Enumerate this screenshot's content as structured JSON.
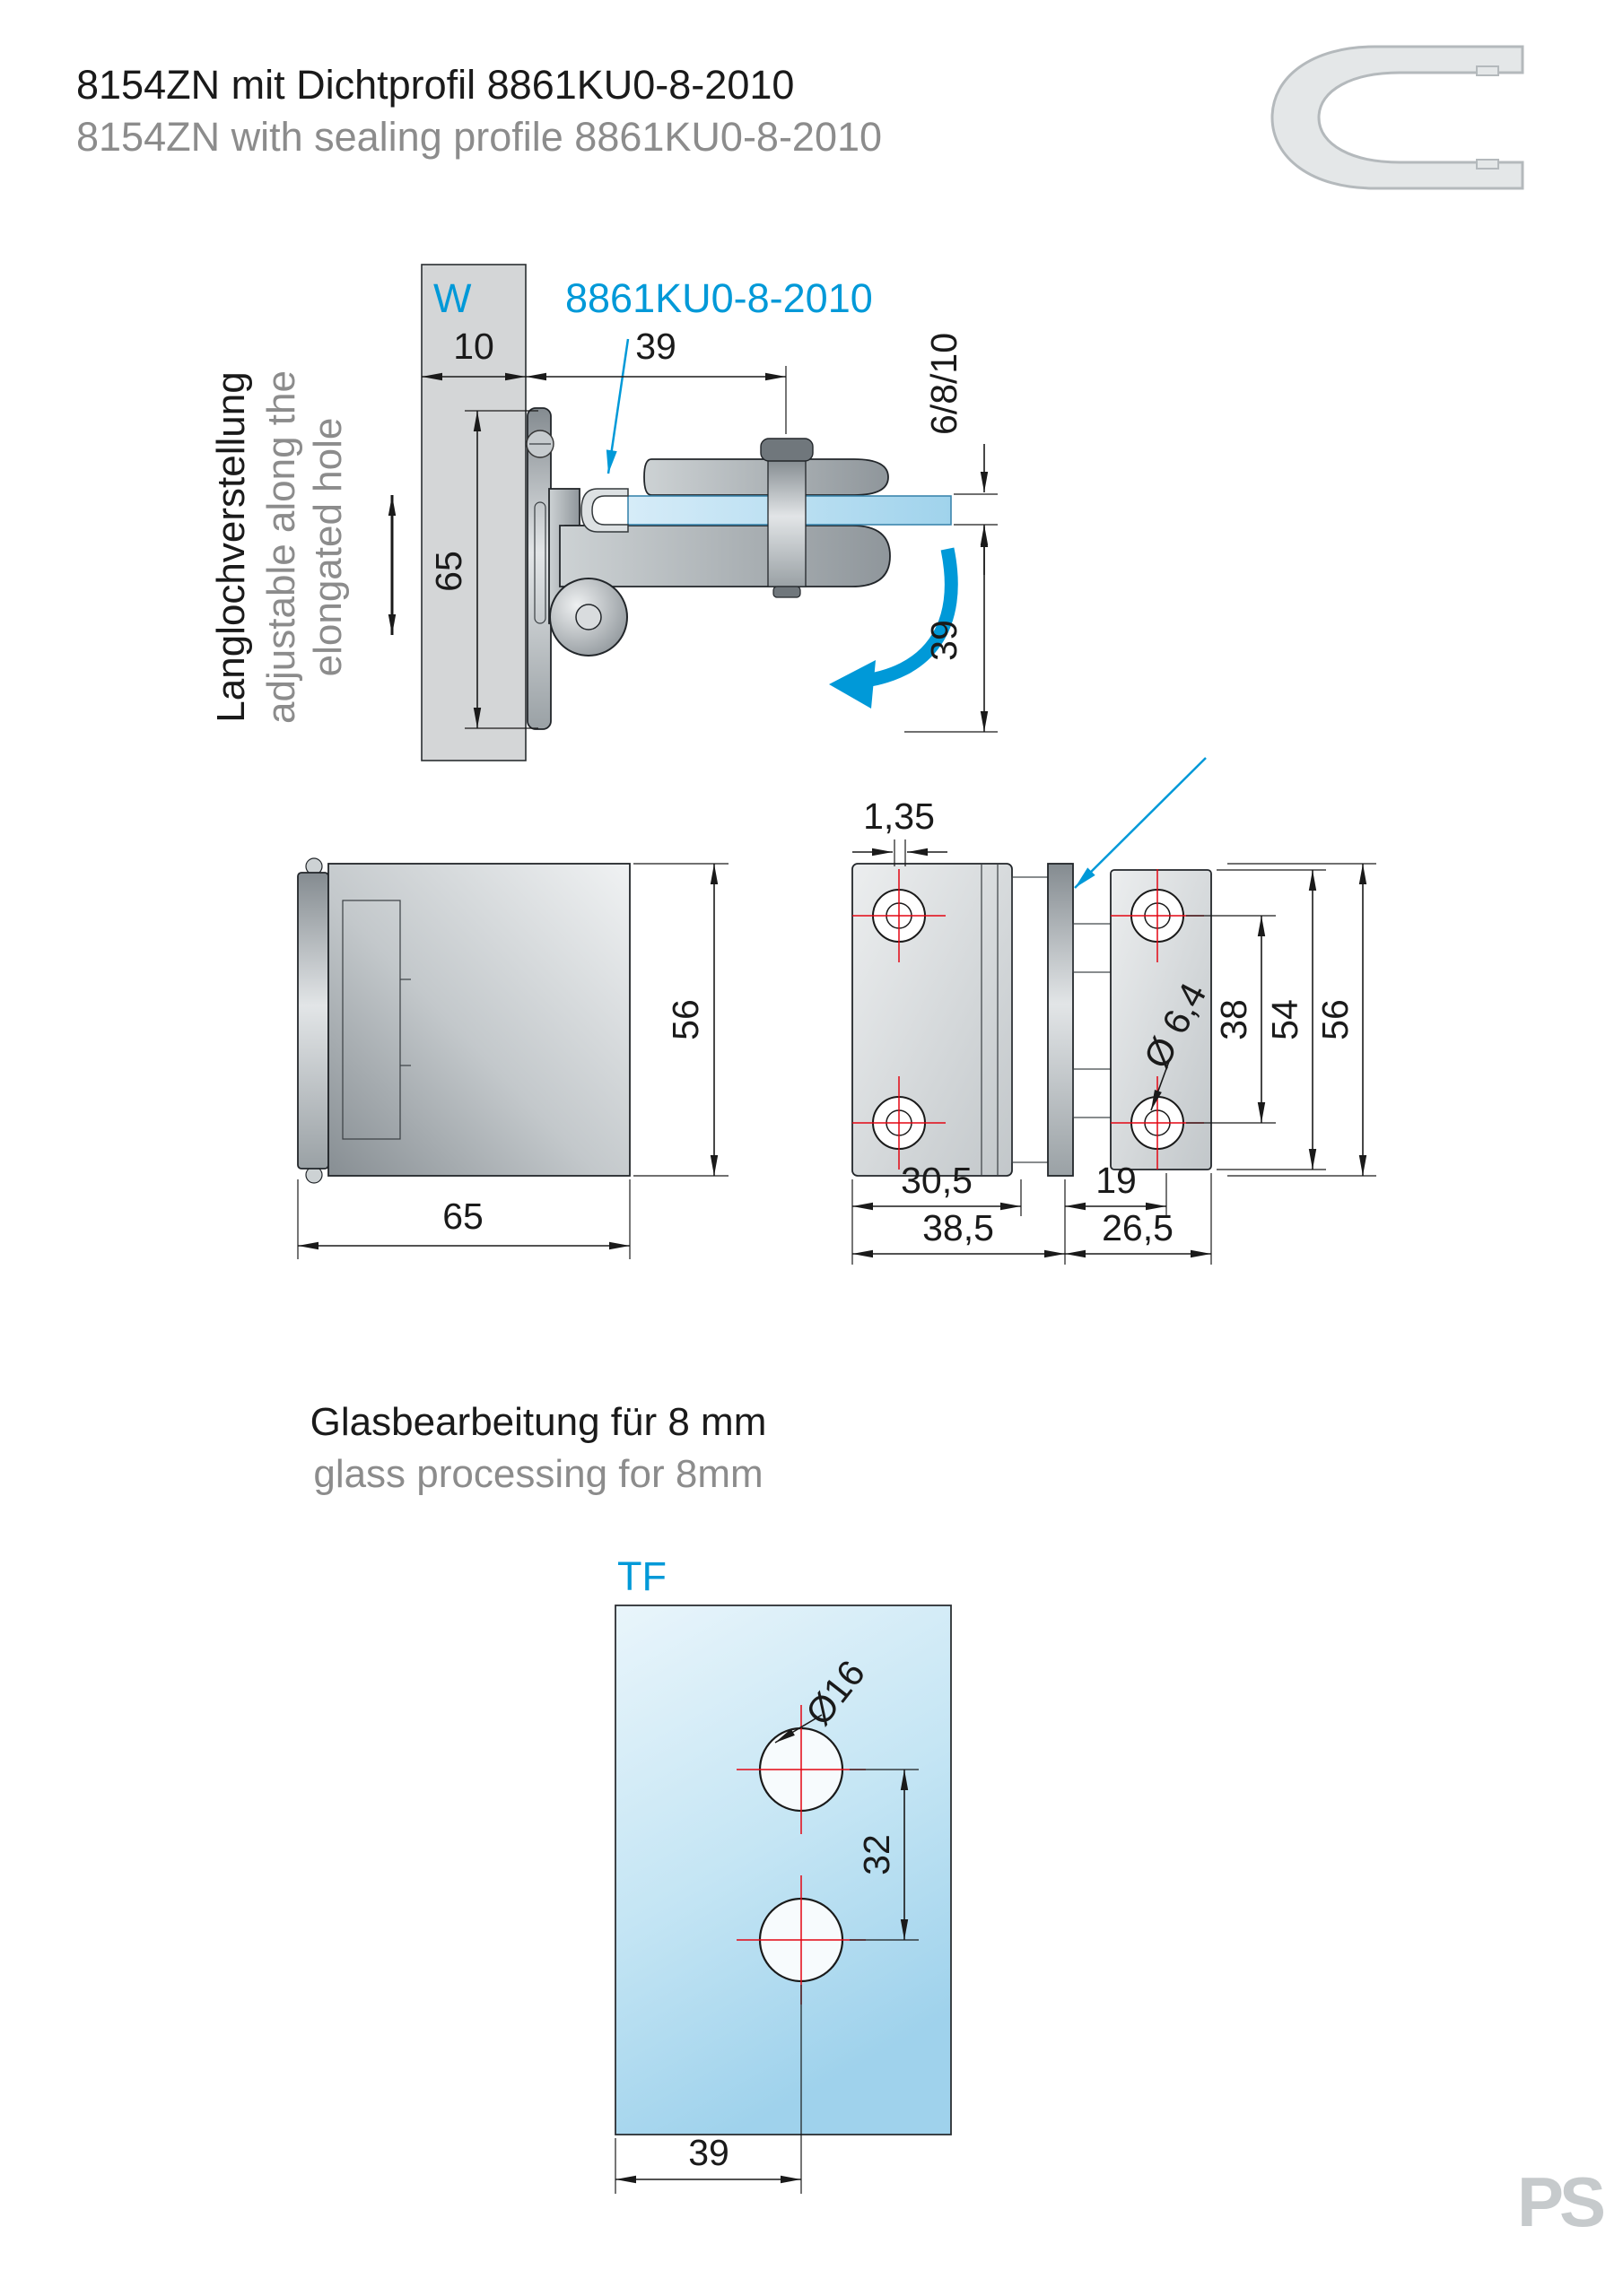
{
  "header": {
    "title_de": "8154ZN mit Dichtprofil 8861KU0-8-2010",
    "title_en": "8154ZN with sealing profile 8861KU0-8-2010"
  },
  "colors": {
    "accent_blue": "#0099d8",
    "centerline_red": "#e30613",
    "muted_gray": "#8c8c8c"
  },
  "side_view": {
    "wall_label": "W",
    "seal_callout": "8861KU0-8-2010",
    "note_de": "Langlochverstellung",
    "note_en_1": "adjustable along the",
    "note_en_2": "elongated hole",
    "dims": {
      "wall_depth": "10",
      "glass_inset": "39",
      "plate_height": "65",
      "glass_thickness": "6/8/10",
      "pivot_offset": "39"
    }
  },
  "front_view": {
    "dims": {
      "height": "56",
      "width": "65"
    }
  },
  "rear_view": {
    "dims": {
      "lip": "1,35",
      "hole_diameter": "Ø 6,4",
      "hole_spacing": "38",
      "plate_height": "54",
      "total_height": "56",
      "pivot_distance": "30,5",
      "hole_offset": "19",
      "body_width": "38,5",
      "plate_width": "26,5"
    }
  },
  "glass_processing": {
    "title_de": "Glasbearbeitung für 8 mm",
    "title_en": "glass processing for 8mm",
    "glass_label": "TF",
    "dims": {
      "hole_diameter": "Ø16",
      "hole_spacing": "32",
      "edge_distance": "39"
    }
  },
  "footer": {
    "logo": "PS"
  }
}
